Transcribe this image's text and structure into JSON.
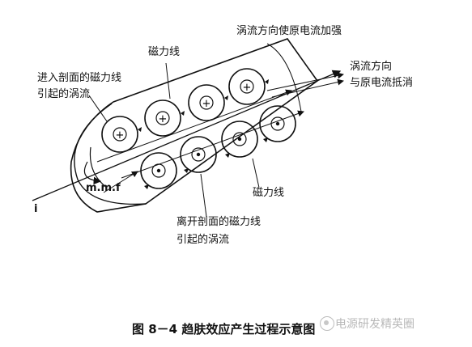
{
  "labels": {
    "mmf": "m.m.f",
    "current": "i",
    "eddy_enhance": "涡流方向使原电流加强",
    "eddy_cancel_line1": "涡流方向",
    "eddy_cancel_line2": "与原电流抵消",
    "flux_top": "磁力线",
    "flux_bottom": "磁力线",
    "enter_line1": "进入剖面的磁力线",
    "enter_line2": "引起的涡流",
    "leave_line1": "离开剖面的磁力线",
    "leave_line2": "引起的涡流"
  },
  "symbols": {
    "plus": "+"
  },
  "caption": "图 8－4    趋肤效应产生过程示意图",
  "watermark": "电源研发精英圈",
  "icons": [
    "current-arrow-icon",
    "eddy-circle-icon",
    "watermark-logo-icon"
  ]
}
